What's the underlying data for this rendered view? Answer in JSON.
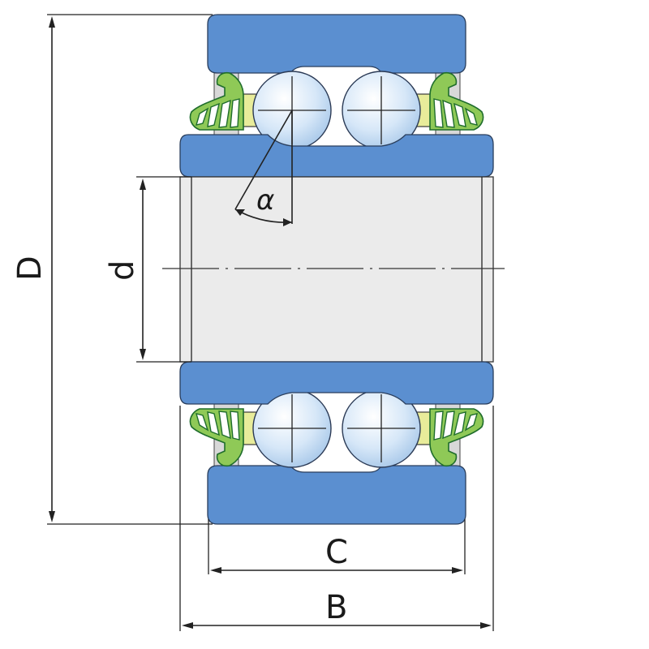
{
  "diagram": {
    "dimension_labels": {
      "outer_diameter": "D",
      "bore_diameter": "d",
      "outer_ring_width": "C",
      "inner_ring_width": "B",
      "contact_angle": "α"
    },
    "colors": {
      "rings": "#5b8fd0",
      "balls": "#cfe3f7",
      "cage": "#e8ec9a",
      "seals": "#8fc957",
      "bore": "#ebebeb"
    }
  }
}
